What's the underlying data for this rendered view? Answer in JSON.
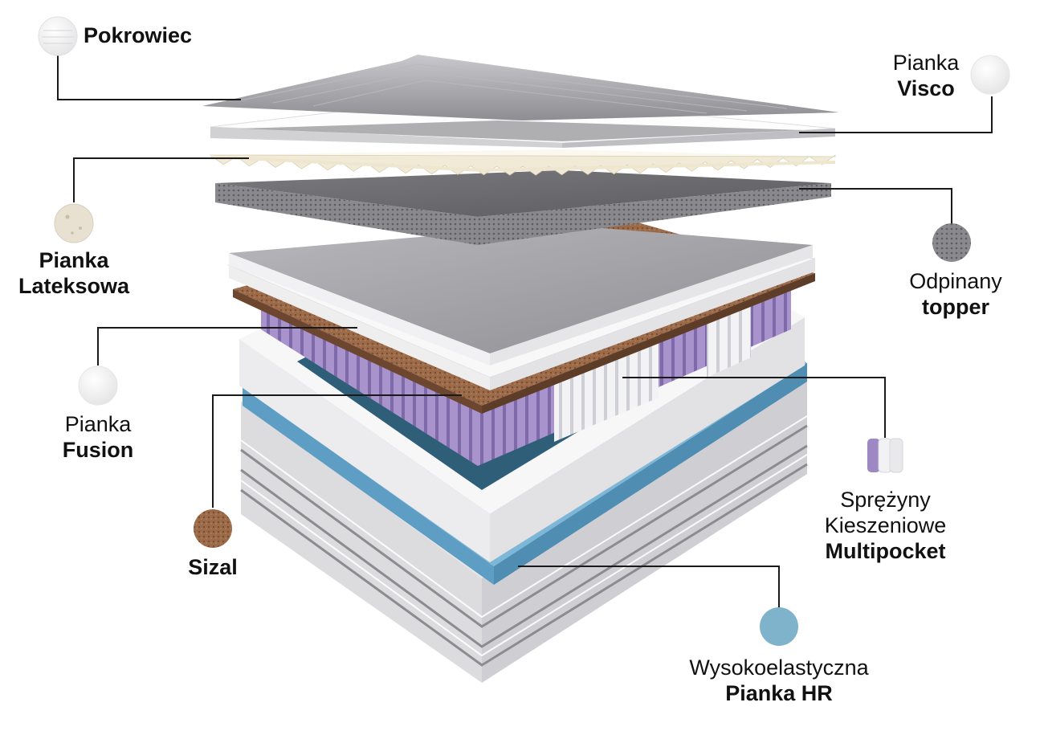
{
  "layers": {
    "pokrowiec": {
      "bold": "Pokrowiec",
      "swatch": "#f2f2f2"
    },
    "visco": {
      "normal": "Pianka",
      "bold": "Visco",
      "swatch": "#f4f4f4"
    },
    "lateksowa": {
      "bold1": "Pianka",
      "bold2": "Lateksowa",
      "swatch": "#e8e1d2"
    },
    "topper": {
      "normal": "Odpinany",
      "bold": "topper",
      "swatch": "#8c8c8c"
    },
    "fusion": {
      "normal": "Pianka",
      "bold": "Fusion",
      "swatch": "#f3f3f3"
    },
    "sizal": {
      "bold": "Sizal",
      "swatch": "#a4755a"
    },
    "multipocket": {
      "normal1": "Sprężyny",
      "normal2": "Kieszeniowe",
      "bold": "Multipocket",
      "swatch": "#b9a6d4"
    },
    "hr": {
      "normal": "Wysokoelastyczna",
      "bold": "Pianka HR",
      "swatch": "#7fb3cc"
    }
  },
  "colors": {
    "line": "#1a1a1a",
    "cover": "#9e9ea3",
    "foam_white": "#f6f6f6",
    "topper_grey": "#6f6f73",
    "sisal_brown": "#8a5d3e",
    "springs_purple": "#9a86c0",
    "hr_blue": "#6fa9cf",
    "base_grey": "#d4d4d6"
  }
}
